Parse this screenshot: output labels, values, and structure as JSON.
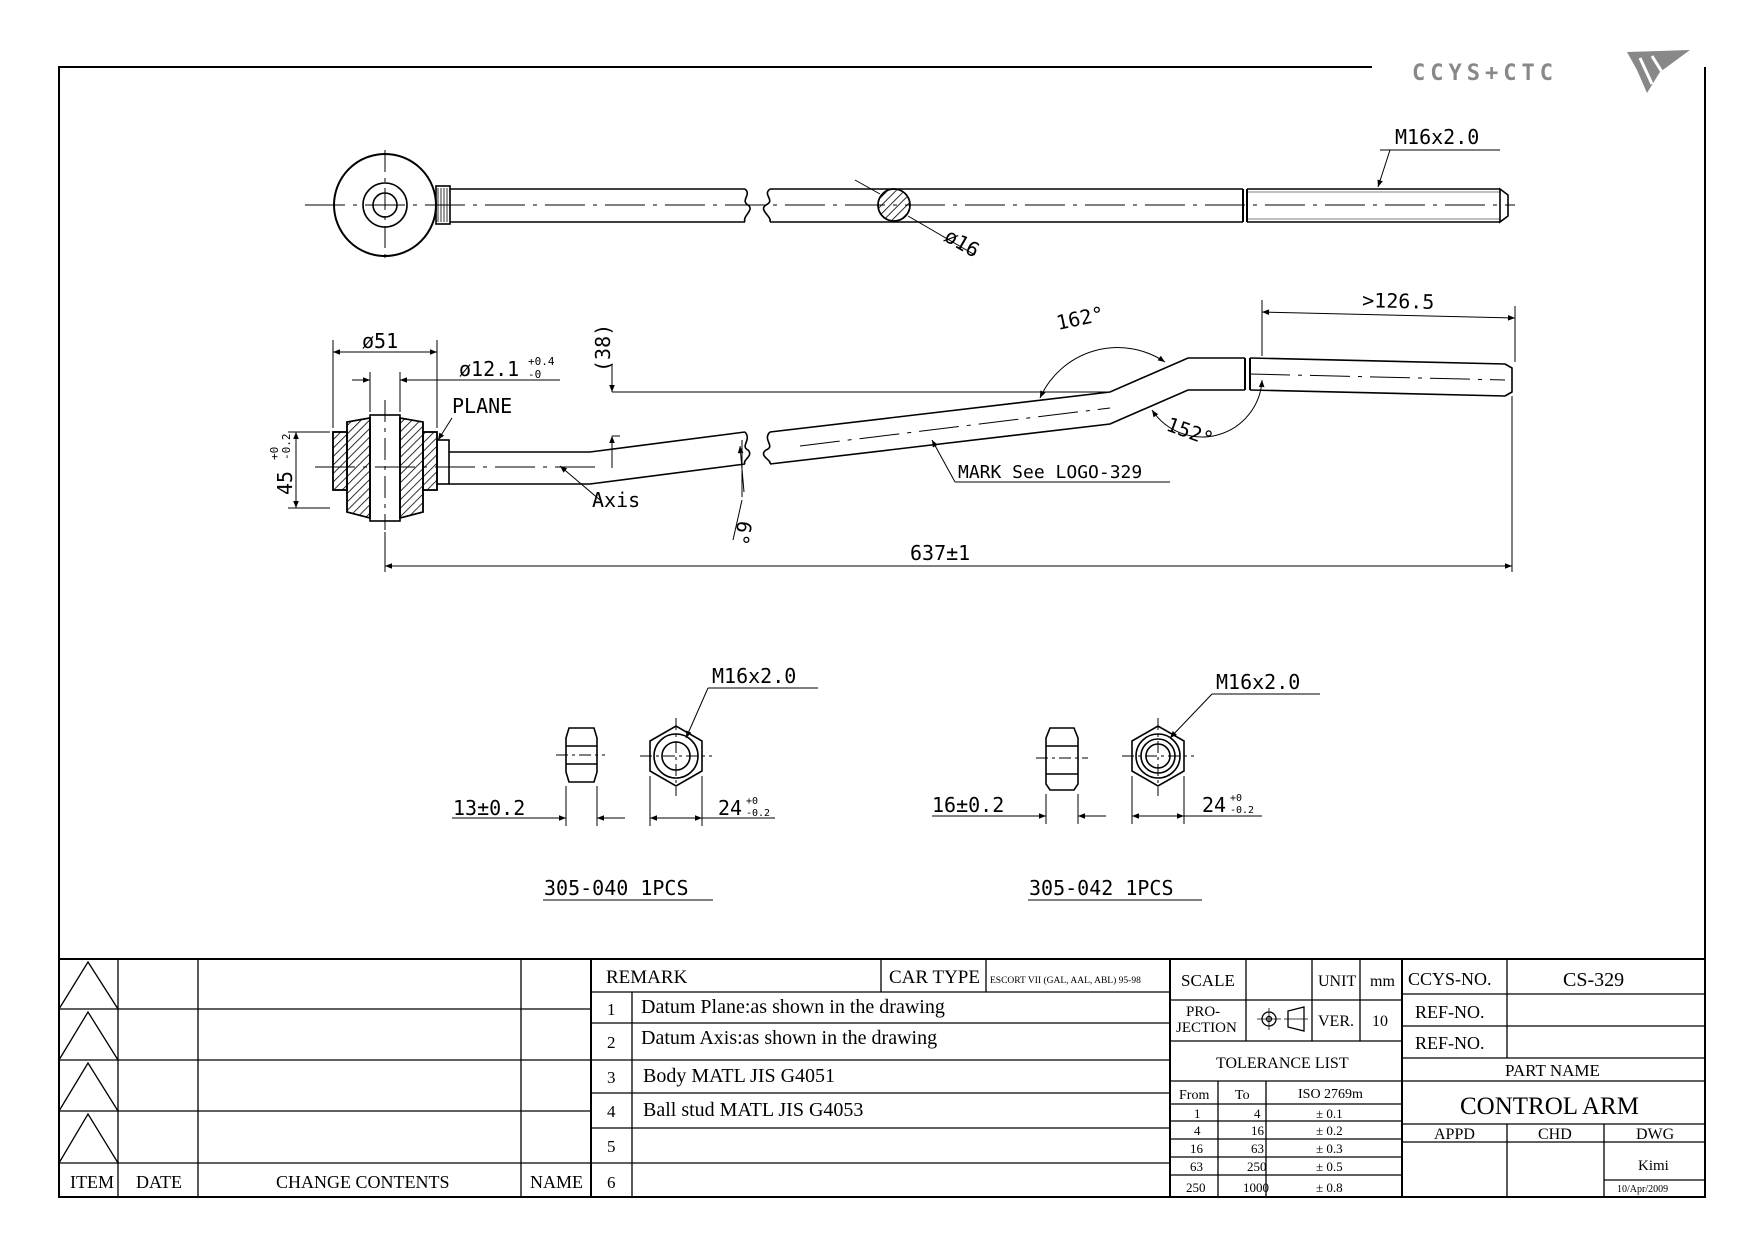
{
  "logo": {
    "text": "CCYS+CTC",
    "mark_color": "#888888"
  },
  "top_view": {
    "thread_label": "M16x2.0",
    "rod_dia_label": "ø16"
  },
  "side_view": {
    "bush_dia_label": "ø51",
    "bore_label": "ø12.1",
    "bore_tol_upper": "+0.4",
    "bore_tol_lower": "-0",
    "plane_label": "PLANE",
    "width_label": "45",
    "width_tol_upper": "+0",
    "width_tol_lower": "-0.2",
    "offset_label": "(38)",
    "axis_label": "Axis",
    "bend_label": "6°",
    "angle1_label": "162°",
    "angle2_label": "152°",
    "thread_len_label": ">126.5",
    "mark_label": "MARK See LOGO-329",
    "length_label": "637±1"
  },
  "nut1": {
    "thread_label": "M16x2.0",
    "thickness_label": "13±0.2",
    "af_label": "24",
    "af_tol_upper": "+0",
    "af_tol_lower": "-0.2",
    "part_label": "305-040 1PCS"
  },
  "nut2": {
    "thread_label": "M16x2.0",
    "thickness_label": "16±0.2",
    "af_label": "24",
    "af_tol_upper": "+0",
    "af_tol_lower": "-0.2",
    "part_label": "305-042 1PCS"
  },
  "revisions": {
    "headers": {
      "item": "ITEM",
      "date": "DATE",
      "change": "CHANGE CONTENTS",
      "name": "NAME"
    }
  },
  "remarks": {
    "header": "REMARK",
    "car_type_label": "CAR TYPE",
    "car_type_value": "ESCORT VII (GAL, AAL, ABL) 95-98",
    "items": [
      {
        "num": "1",
        "text": "Datum Plane:as shown in the drawing"
      },
      {
        "num": "2",
        "text": "Datum Axis:as shown in the drawing"
      },
      {
        "num": "3",
        "text": "Body MATL JIS G4051"
      },
      {
        "num": "4",
        "text": "Ball stud MATL JIS G4053"
      },
      {
        "num": "5",
        "text": ""
      },
      {
        "num": "6",
        "text": ""
      }
    ]
  },
  "info": {
    "scale_label": "SCALE",
    "unit_label": "UNIT",
    "unit_value": "mm",
    "projection_label_1": "PRO-",
    "projection_label_2": "JECTION",
    "ver_label": "VER.",
    "ver_value": "10",
    "tolerance_title": "TOLERANCE LIST",
    "tol_headers": {
      "from": "From",
      "to": "To",
      "iso": "ISO 2769m"
    },
    "tolerances": [
      {
        "from": "1",
        "to": "4",
        "tol": "± 0.1"
      },
      {
        "from": "4",
        "to": "16",
        "tol": "± 0.2"
      },
      {
        "from": "16",
        "to": "63",
        "tol": "± 0.3"
      },
      {
        "from": "63",
        "to": "250",
        "tol": "± 0.5"
      },
      {
        "from": "250",
        "to": "1000",
        "tol": "± 0.8"
      }
    ]
  },
  "title_block": {
    "ccys_label": "CCYS-NO.",
    "ccys_value": "CS-329",
    "ref1_label": "REF-NO.",
    "ref2_label": "REF-NO.",
    "part_name_label": "PART NAME",
    "part_name": "CONTROL ARM",
    "appd_label": "APPD",
    "chd_label": "CHD",
    "dwg_label": "DWG",
    "dwg_name": "Kimi",
    "dwg_date": "10/Apr/2009"
  }
}
